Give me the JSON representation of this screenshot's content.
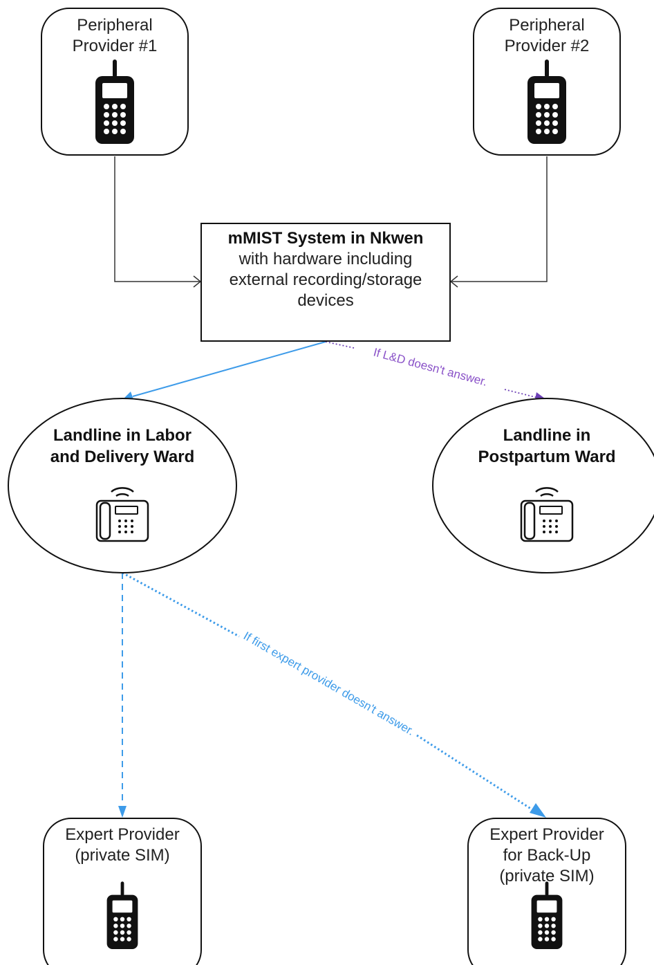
{
  "nodes": {
    "peripheral_1": {
      "lines": [
        "Peripheral",
        "Provider #1"
      ],
      "icon": "mobile-phone-icon"
    },
    "peripheral_2": {
      "lines": [
        "Peripheral",
        "Provider #2"
      ],
      "icon": "mobile-phone-icon"
    },
    "mmist": {
      "title": "mMIST System in Nkwen",
      "lines": [
        "with hardware including",
        "external recording/storage",
        "devices"
      ]
    },
    "landline_ld": {
      "lines": [
        "Landline in Labor",
        "and Delivery Ward"
      ],
      "icon": "desk-phone-icon"
    },
    "landline_pp": {
      "lines": [
        "Landline in",
        "Postpartum Ward"
      ],
      "icon": "desk-phone-icon"
    },
    "expert_1": {
      "lines": [
        "Expert Provider",
        "(private SIM)"
      ],
      "icon": "mobile-phone-icon"
    },
    "expert_2": {
      "lines": [
        "Expert Provider",
        "for Back-Up",
        "(private SIM)"
      ],
      "icon": "mobile-phone-icon"
    }
  },
  "edges": {
    "ld_to_pp_label": "If L&D doesn't answer.",
    "expert_backup_label": "If first expert provider doesn't answer."
  },
  "colors": {
    "blue": "#3d9be9",
    "purple": "#6c3fb5",
    "purple_text": "#8a52c8",
    "line": "#333333"
  }
}
